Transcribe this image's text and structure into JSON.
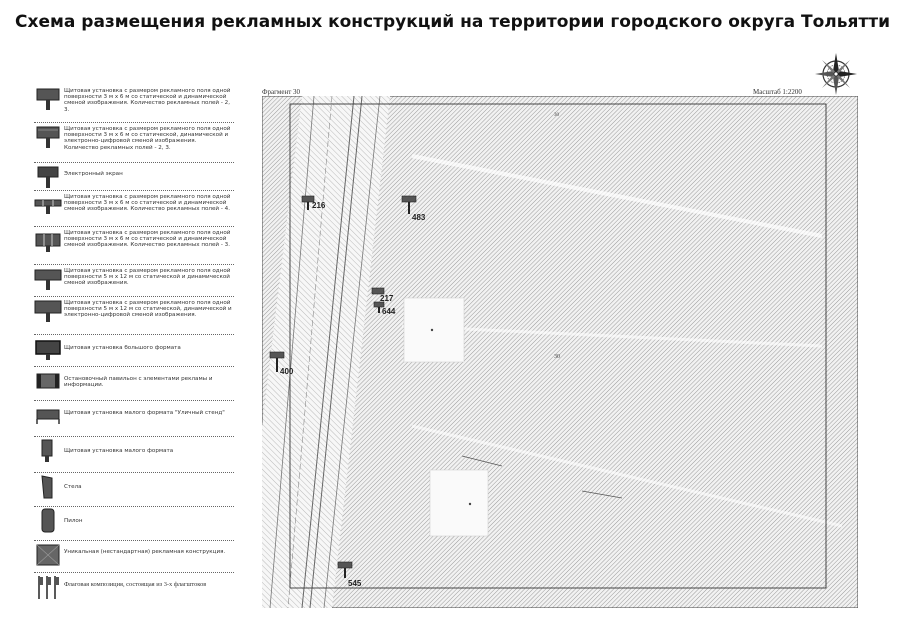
{
  "title": "Схема размещения рекламных конструкций на территории городского округа Тольятти",
  "map": {
    "fragment_label": "Фрагмент 30",
    "scale_label": "Масштаб 1:2200",
    "center_label": "30",
    "signs": [
      {
        "id": "216"
      },
      {
        "id": "483"
      },
      {
        "id": "217"
      },
      {
        "id": "644"
      },
      {
        "id": "400"
      },
      {
        "id": "545"
      }
    ]
  },
  "legend": [
    {
      "icon": "billboard-single-icon",
      "text": "Щитовая установка с размером рекламного поля одной поверхности 3 м х 6 м со статической и динамической сменой изображения. Количество рекламных полей - 2, 3."
    },
    {
      "icon": "billboard-digital-icon",
      "text": "Щитовая установка с размером рекламного поля одной поверхности 3 м х 6 м со статической, динамической и электронно-цифровой сменой изображения. Количество рекламных полей - 2, 3."
    },
    {
      "icon": "electronic-screen-icon",
      "text": "Электронный экран"
    },
    {
      "icon": "billboard-four-icon",
      "text": "Щитовая установка с размером рекламного поля одной поверхности 3 м х 6 м со статической и динамической сменой изображения. Количество рекламных полей - 4."
    },
    {
      "icon": "billboard-three-icon",
      "text": "Щитовая установка с размером рекламного поля одной поверхности 3 м х 6 м со статической и динамической сменой изображения. Количество рекламных полей - 3."
    },
    {
      "icon": "billboard-large-icon",
      "text": "Щитовая установка с размером рекламного поля одной поверхности 5 м х 12 м со статической и динамической сменой изображения."
    },
    {
      "icon": "billboard-large-digital-icon",
      "text": "Щитовая установка с размером рекламного поля одной поверхности 5 м х 12 м со статической, динамической и электронно-цифровой сменой изображения."
    },
    {
      "icon": "big-format-icon",
      "text": "Щитовая установка большого формата"
    },
    {
      "icon": "bus-stop-icon",
      "text": "Остановочный павильон с элементами рекламы и информации."
    },
    {
      "icon": "city-board-icon",
      "text": "Щитовая установка малого формата \"Уличный стенд\""
    },
    {
      "icon": "small-format-icon",
      "text": "Щитовая установка малого формата"
    },
    {
      "icon": "stele-icon",
      "text": "Стела"
    },
    {
      "icon": "pylon-icon",
      "text": "Пилон"
    },
    {
      "icon": "unique-structure-icon",
      "text": "Уникальная (нестандартная) рекламная конструкция."
    },
    {
      "icon": "flag-composition-icon",
      "text": "Флаговая композиция, состоящая из 3-х флагштоков"
    }
  ]
}
